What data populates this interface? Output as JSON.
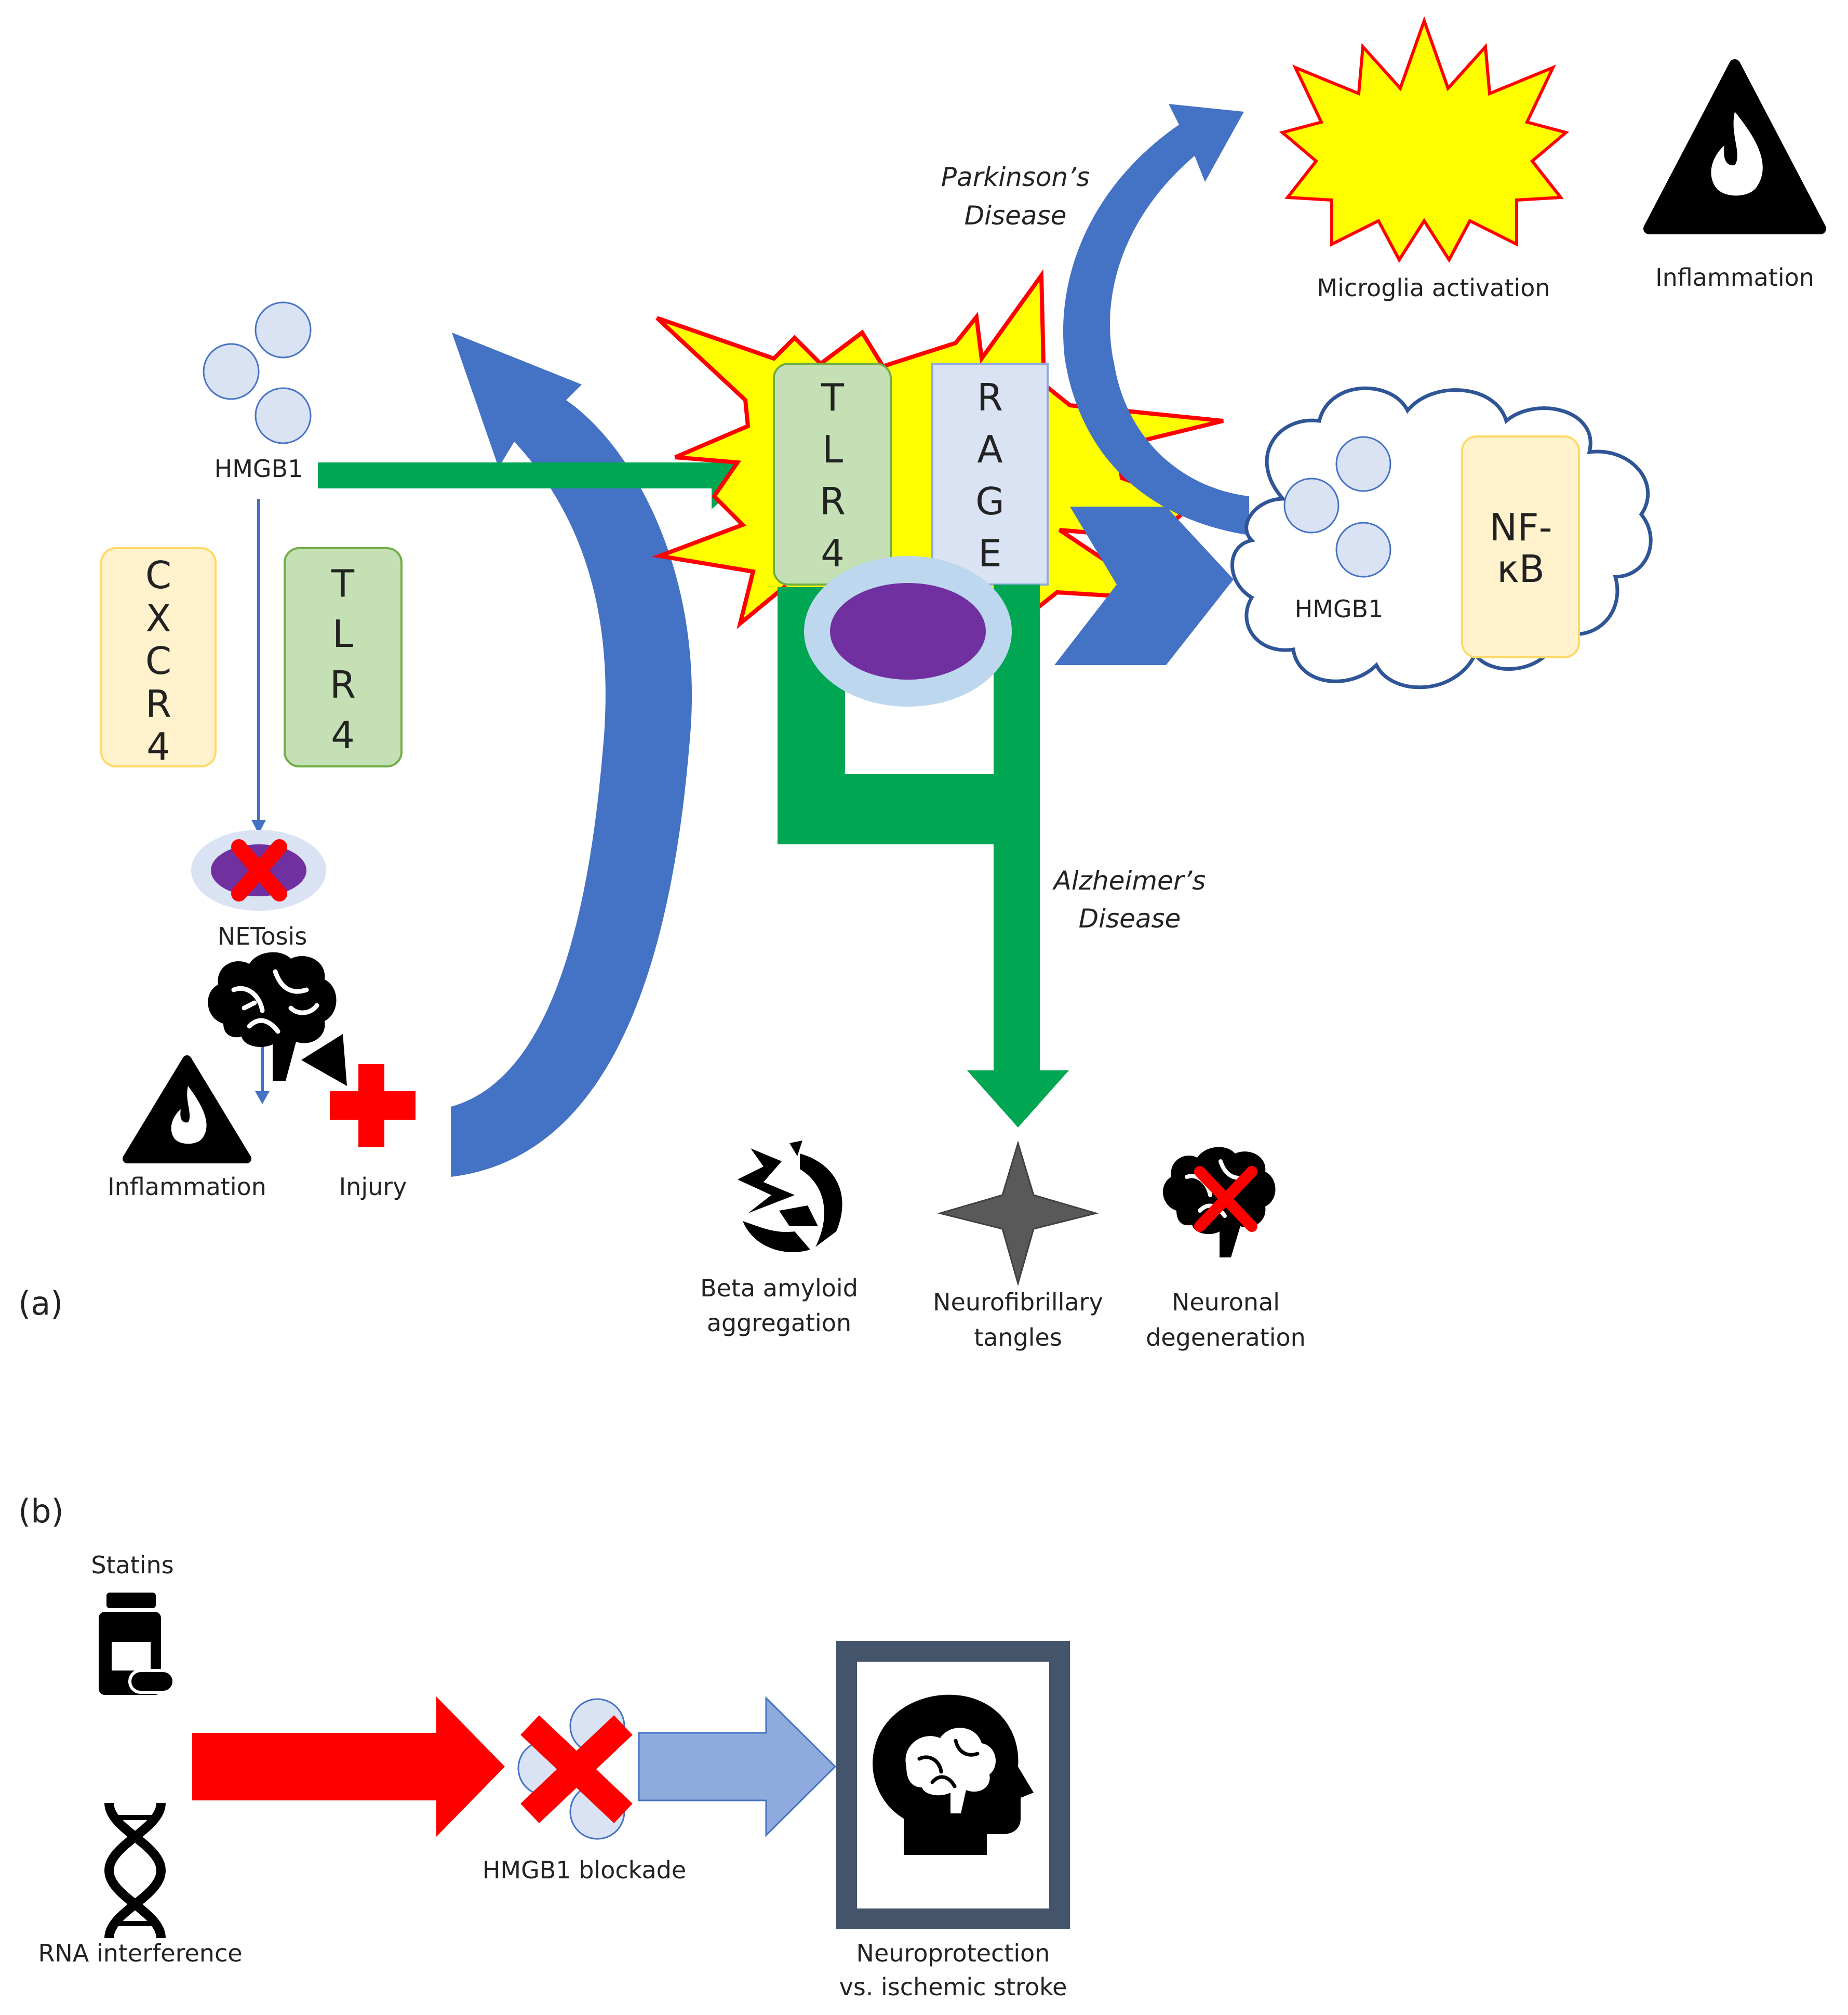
{
  "panel_a": {
    "panel_label": "(a)",
    "hmgb1_left_label": "HMGB1",
    "cxcr4_letters": [
      "C",
      "X",
      "C",
      "R",
      "4"
    ],
    "tlr4_left_letters": [
      "T",
      "L",
      "R",
      "4"
    ],
    "netosis_label": "NETosis",
    "inflammation_left_label": "Inflammation",
    "injury_label": "Injury",
    "tlr4_center_letters": [
      "T",
      "L",
      "R",
      "4"
    ],
    "rage_letters": [
      "R",
      "A",
      "G",
      "E"
    ],
    "parkinsons_line1": "Parkinson’s",
    "parkinsons_line2": "Disease",
    "alzheimers_line1": "Alzheimer’s",
    "alzheimers_line2": "Disease",
    "microglia_label": "Microglia activation",
    "inflammation_right_label": "Inflammation",
    "hmgb1_cloud_label": "HMGB1",
    "nfkb_line1": "NF-",
    "nfkb_line2": "κB",
    "beta_line1": "Beta amyloid",
    "beta_line2": "aggregation",
    "tangles_line1": "Neurofibrillary",
    "tangles_line2": "tangles",
    "degeneration_line1": "Neuronal",
    "degeneration_line2": "degeneration"
  },
  "panel_b": {
    "panel_label": "(b)",
    "statins_label": "Statins",
    "rna_label": "RNA interference",
    "blockade_label": "HMGB1 blockade",
    "neuro_line1": "Neuroprotection",
    "neuro_line2": "vs. ischemic stroke"
  },
  "colors": {
    "green_arrow": "#00a651",
    "blue_arrow": "#4472c4",
    "red": "#ff0000",
    "star_yellow": "#ffff00",
    "purple": "#7030a0",
    "light_blue_circle": "#dae3f3",
    "tlr4_fill": "#c5e0b4",
    "cxcr4_fill": "#fff2cc",
    "rage_fill": "#dae3f3",
    "frame": "#44546a"
  },
  "icons": [
    "fire-warning-icon",
    "brain-icon",
    "cross-icon",
    "star-icon",
    "pill-bottle-icon",
    "dna-icon",
    "head-brain-icon",
    "amyloid-icon"
  ]
}
